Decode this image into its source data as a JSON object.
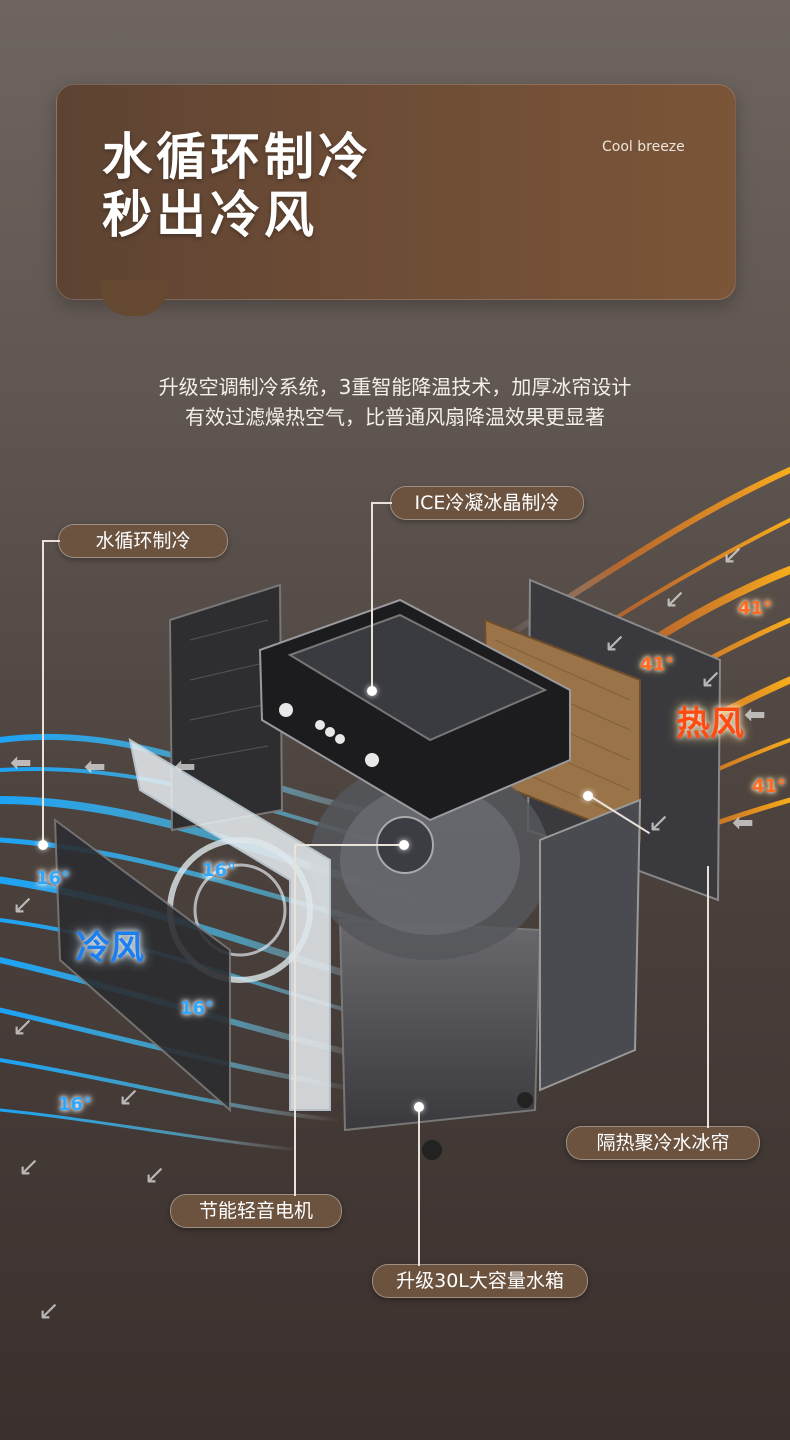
{
  "hero": {
    "title_line1": "水循环制冷",
    "title_line2": "秒出冷风",
    "tag": "Cool breeze"
  },
  "description": {
    "line1": "升级空调制冷系统，3重智能降温技术，加厚冰帘设计",
    "line2": "有效过滤燥热空气，比普通风扇降温效果更显著"
  },
  "callouts": {
    "water_cycle": "水循环制冷",
    "ice_condense": "ICE冷凝冰晶制冷",
    "insulation_curtain": "隔热聚冷水冰帘",
    "motor": "节能轻音电机",
    "water_tank": "升级30L大容量水箱"
  },
  "airflow": {
    "cool_label": "冷风",
    "hot_label": "热风",
    "cool_temps": [
      "16°",
      "16°",
      "16°",
      "16°"
    ],
    "hot_temps": [
      "41°",
      "41°",
      "41°"
    ]
  },
  "colors": {
    "hero_bg": "#6d4c36",
    "pill_bg": "#6b5340",
    "cool_accent": "#2ea8ff",
    "hot_accent": "#ff6a20"
  }
}
